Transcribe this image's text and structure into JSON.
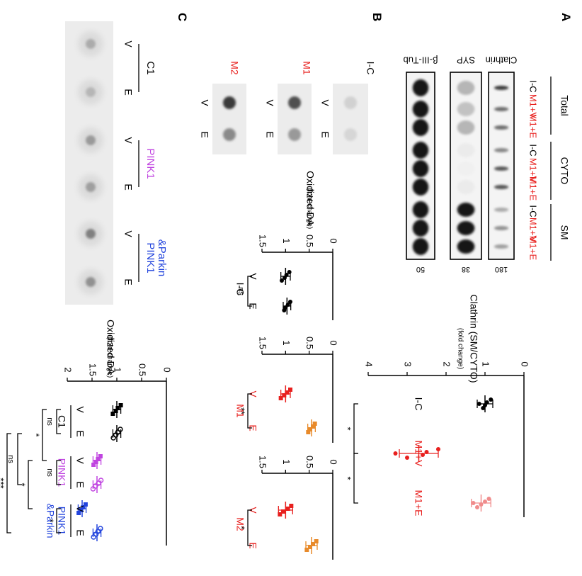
{
  "panels": {
    "A": "A",
    "B": "B",
    "C": "C"
  },
  "colors": {
    "black": "#000000",
    "red": "#e8201e",
    "pink": "#f08c8c",
    "orange": "#e88a2a",
    "purple": "#c044e0",
    "blue": "#2244dd"
  },
  "blot": {
    "markers": [
      "β-III-Tub",
      "SYP",
      "Clathrin"
    ],
    "sizes": [
      "50",
      "38",
      "180"
    ],
    "groups": [
      "Total",
      "CYTO",
      "SM"
    ],
    "lanes": [
      "I-C",
      "M1+V",
      "M1+E",
      "I-C",
      "M1+V",
      "M1+E",
      "I-C",
      "M1+V",
      "M1+E"
    ]
  },
  "dotB": {
    "rows": [
      "I-C",
      "M1",
      "M2"
    ],
    "cols": [
      "V",
      "E"
    ]
  },
  "dotC": {
    "cols": [
      "V",
      "E",
      "V",
      "E",
      "V",
      "E"
    ],
    "groups": [
      "C1",
      "PINK1",
      "PINK1\n&Parkin"
    ]
  },
  "chart_data": [
    {
      "type": "scatter",
      "title": "Clathrin (SM/CYTO)",
      "ylabel": "(fold change)",
      "categories": [
        "I-C",
        "M1+V",
        "M1+E"
      ],
      "ylim": [
        0,
        4
      ],
      "yticks": [
        "0",
        "1",
        "2",
        "3",
        "4"
      ],
      "groups": [
        {
          "name": "I-C",
          "mean": 1.0,
          "sd": 0.2,
          "points": [
            0.85,
            0.95,
            1.0,
            1.05,
            1.15
          ]
        },
        {
          "name": "M1+V",
          "mean": 2.7,
          "sd": 0.5,
          "points": [
            2.2,
            2.5,
            2.6,
            3.0,
            3.3
          ]
        },
        {
          "name": "M1+E",
          "mean": 1.1,
          "sd": 0.25,
          "points": [
            0.9,
            1.0,
            1.1,
            1.2,
            1.3
          ]
        }
      ],
      "significance": [
        {
          "pair": [
            0,
            1
          ],
          "label": "*"
        },
        {
          "pair": [
            1,
            2
          ],
          "label": "*"
        }
      ]
    },
    {
      "type": "scatter",
      "title": "Oxidized DA",
      "ylabel": "(fold change)",
      "categories": [
        "V",
        "E"
      ],
      "group_label": "I-C",
      "ylim": [
        0,
        1.5
      ],
      "yticks": [
        "0",
        "0.5",
        "1",
        "1.5"
      ],
      "groups": [
        {
          "name": "V",
          "mean": 1.0,
          "sd": 0.1,
          "points": [
            0.92,
            0.98,
            1.02,
            1.08
          ]
        },
        {
          "name": "E",
          "mean": 0.97,
          "sd": 0.08,
          "points": [
            0.9,
            0.95,
            1.0,
            1.03
          ]
        }
      ],
      "significance": [
        {
          "pair": [
            0,
            1
          ],
          "label": "ns"
        }
      ]
    },
    {
      "type": "scatter",
      "categories": [
        "V",
        "E"
      ],
      "group_label": "M1",
      "ylim": [
        0,
        1.5
      ],
      "yticks": [
        "0",
        "0.5",
        "1",
        "1.5"
      ],
      "groups": [
        {
          "name": "V",
          "mean": 1.0,
          "sd": 0.1,
          "points": [
            0.9,
            0.97,
            1.03,
            1.1
          ]
        },
        {
          "name": "E",
          "mean": 0.45,
          "sd": 0.08,
          "points": [
            0.38,
            0.42,
            0.48,
            0.52
          ]
        }
      ],
      "significance": [
        {
          "pair": [
            0,
            1
          ],
          "label": "**"
        }
      ]
    },
    {
      "type": "scatter",
      "categories": [
        "V",
        "E"
      ],
      "group_label": "M2",
      "ylim": [
        0,
        1.5
      ],
      "yticks": [
        "0",
        "0.5",
        "1",
        "1.5"
      ],
      "groups": [
        {
          "name": "V",
          "mean": 1.0,
          "sd": 0.15,
          "points": [
            0.88,
            0.95,
            1.05,
            1.12
          ]
        },
        {
          "name": "E",
          "mean": 0.45,
          "sd": 0.12,
          "points": [
            0.35,
            0.42,
            0.48,
            0.55
          ]
        }
      ],
      "significance": [
        {
          "pair": [
            0,
            1
          ],
          "label": "*"
        }
      ]
    },
    {
      "type": "scatter",
      "title": "Oxidized DA",
      "ylabel": "(fold change)",
      "categories": [
        "V",
        "E",
        "V",
        "E",
        "V",
        "E"
      ],
      "group_labels": [
        "C1",
        "PINK1",
        "PINK1\n&Parkin"
      ],
      "ylim": [
        0,
        2
      ],
      "yticks": [
        "0",
        "0.5",
        "1",
        "1.5",
        "2"
      ],
      "groups": [
        {
          "name": "C1 V",
          "mean": 1.0,
          "sd": 0.08,
          "points": [
            0.92,
            0.98,
            1.02,
            1.08
          ]
        },
        {
          "name": "C1 E",
          "mean": 1.0,
          "sd": 0.08,
          "points": [
            0.93,
            0.98,
            1.02,
            1.07
          ]
        },
        {
          "name": "PINK1 V",
          "mean": 1.4,
          "sd": 0.08,
          "points": [
            1.33,
            1.38,
            1.42,
            1.47
          ]
        },
        {
          "name": "PINK1 E",
          "mean": 1.4,
          "sd": 0.08,
          "points": [
            1.32,
            1.37,
            1.43,
            1.48
          ]
        },
        {
          "name": "PINK1&Parkin V",
          "mean": 1.7,
          "sd": 0.08,
          "points": [
            1.63,
            1.68,
            1.72,
            1.77
          ]
        },
        {
          "name": "PINK1&Parkin E",
          "mean": 1.4,
          "sd": 0.08,
          "points": [
            1.33,
            1.38,
            1.42,
            1.47
          ]
        }
      ],
      "significance": [
        {
          "pair": [
            0,
            1
          ],
          "label": "ns"
        },
        {
          "pair": [
            2,
            3
          ],
          "label": "ns"
        },
        {
          "pair": [
            4,
            5
          ],
          "label": "*"
        },
        {
          "pair": [
            0,
            2
          ],
          "label": "*"
        },
        {
          "pair": [
            2,
            4
          ],
          "label": "*"
        },
        {
          "pair": [
            1,
            3
          ],
          "label": "ns"
        },
        {
          "pair": [
            1,
            5
          ],
          "label": "***"
        },
        {
          "pair": [
            0,
            4
          ],
          "label": "*"
        }
      ]
    }
  ]
}
